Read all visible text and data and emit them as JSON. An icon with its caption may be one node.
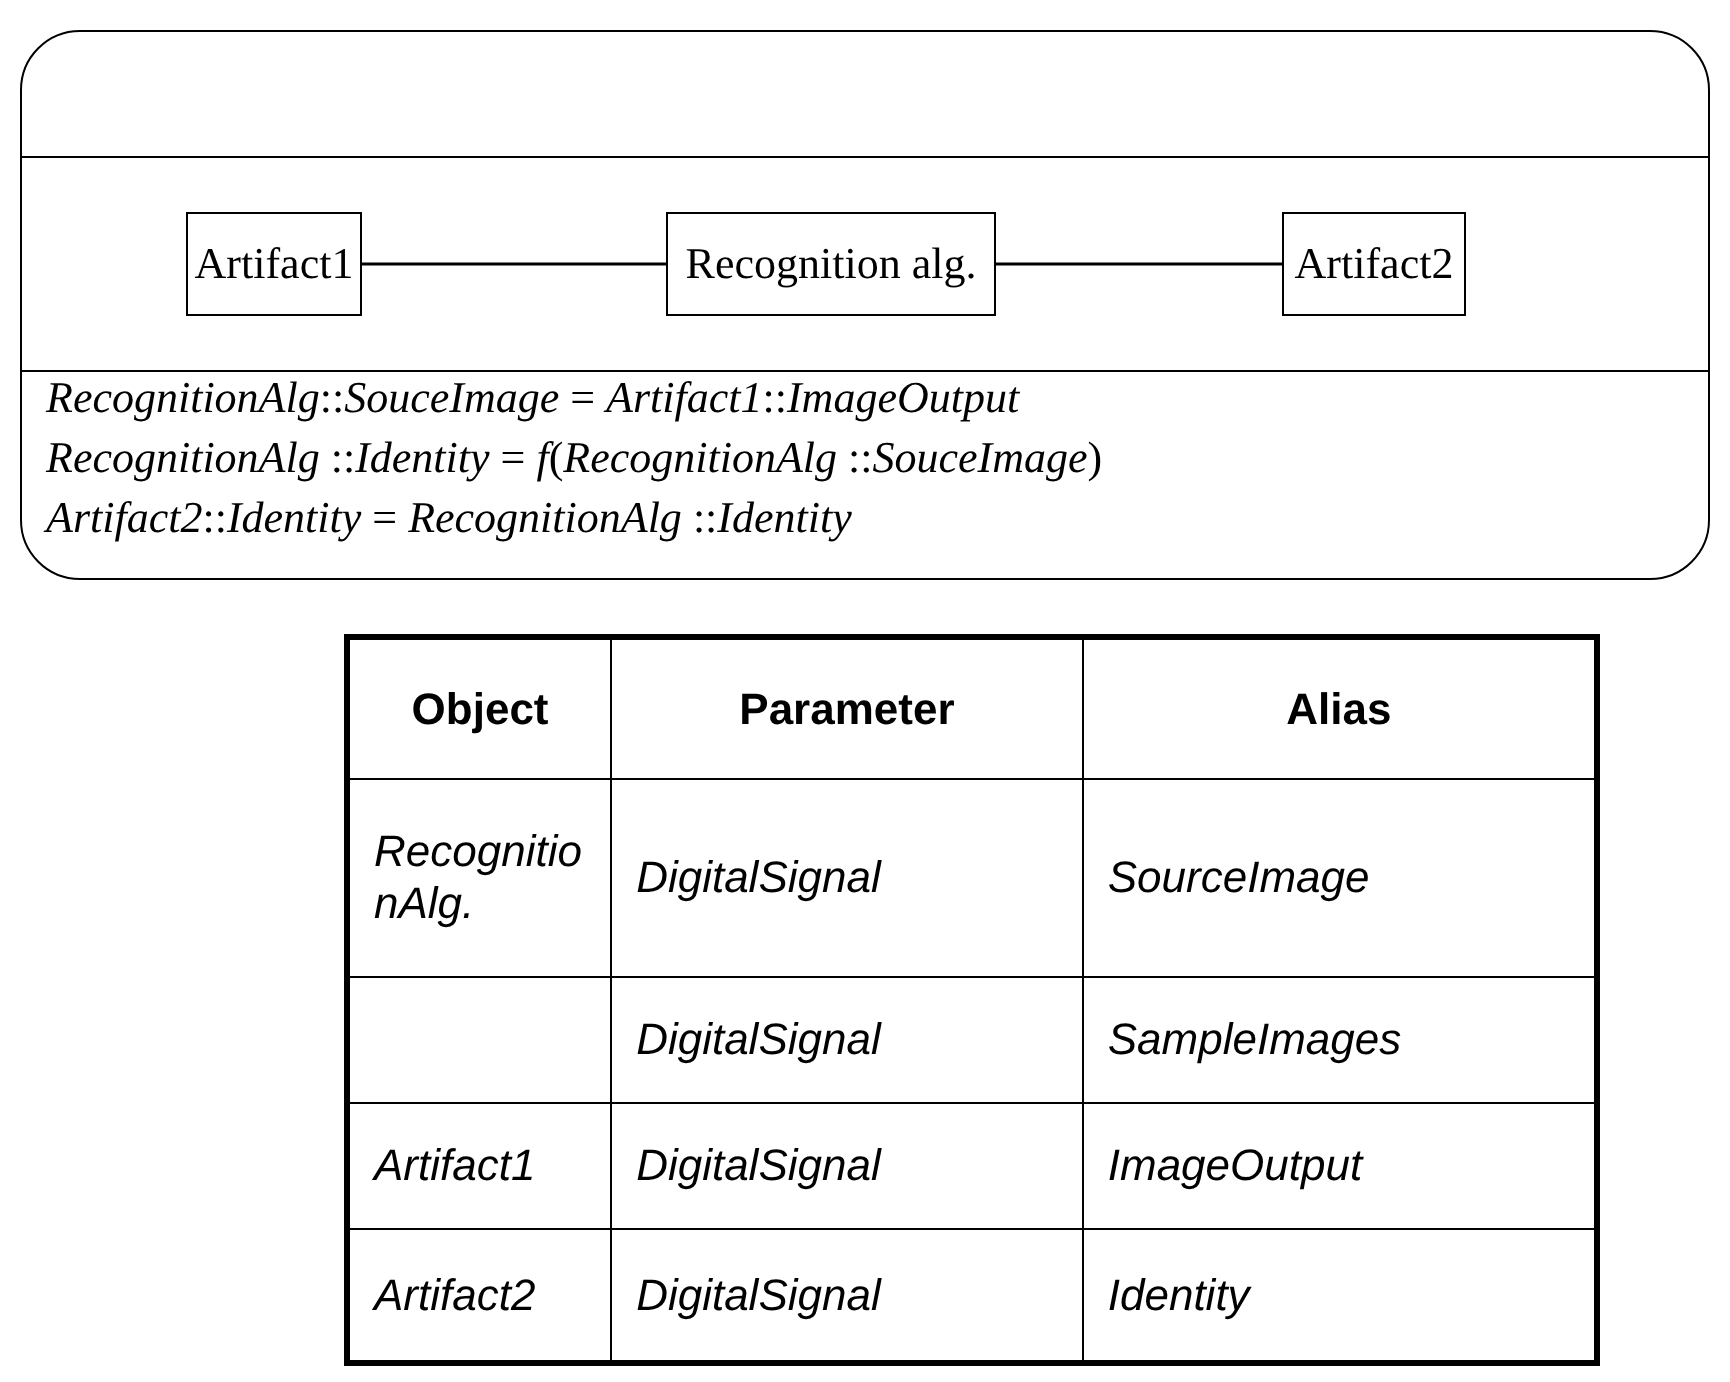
{
  "diagram": {
    "nodes": [
      {
        "text": [
          "*RecognitionAlg*::*SouceImage* = *Artifact1*::*ImageOutput*",
          "*RecognitionAlg* ::*Identity* = *f*(*RecognitionAlg* ::*SouceImage*)",
          "*Artifact2*::*Identity* = *RecognitionAlg* ::*Identity*"
        ]
      },
      {
        "text": [
          "Artifact1"
        ],
        "in": 0
      },
      {
        "text": [
          "Recognition alg."
        ],
        "in": 0
      },
      {
        "text": [
          "Artifact2"
        ],
        "in": 0
      }
    ],
    "edges": [
      {
        "from": 1,
        "to": 2,
        "arrow": "none"
      },
      {
        "from": 2,
        "to": 3,
        "arrow": "none"
      }
    ],
    "labels": [
      "Object",
      "Parameter",
      "Alias",
      "RecognitionAlg.",
      "DigitalSignal",
      "SourceImage",
      "DigitalSignal",
      "SampleImages",
      "Artifact1",
      "DigitalSignal",
      "ImageOutput",
      "Artifact2",
      "DigitalSignal",
      "Identity"
    ]
  }
}
